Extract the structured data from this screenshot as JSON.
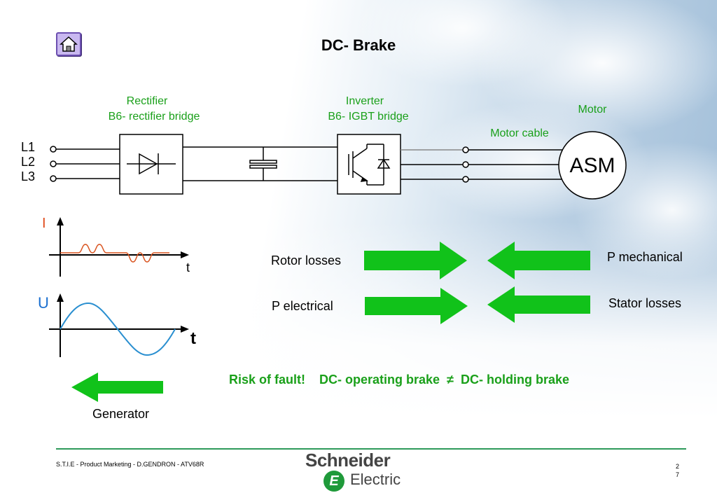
{
  "slide": {
    "title": "DC- Brake"
  },
  "colors": {
    "green_text": "#1aa01a",
    "arrow_green": "#11c21a",
    "current_line": "#d9531e",
    "voltage_line": "#2a8fd0",
    "label_I": "#e04a1a",
    "label_U": "#1a6fd0"
  },
  "circuit": {
    "lines": [
      "L1",
      "L2",
      "L3"
    ],
    "rectifier_label": "Rectifier",
    "rectifier_sub": "B6- rectifier bridge",
    "inverter_label": "Inverter",
    "inverter_sub": "B6- IGBT bridge",
    "motor_label": "Motor",
    "motor_cable_label": "Motor cable",
    "motor_text": "ASM"
  },
  "graphs": {
    "current_axis_label": "I",
    "current_time_label": "t",
    "voltage_axis_label": "U",
    "voltage_time_label": "t"
  },
  "power_flow": {
    "rotor_losses": "Rotor losses",
    "p_mechanical": "P mechanical",
    "p_electrical": "P electrical",
    "stator_losses": "Stator losses"
  },
  "generator_label": "Generator",
  "warning": {
    "prefix": "Risk of fault!",
    "lhs": "DC- operating brake",
    "symbol": "≠",
    "rhs": "DC- holding brake"
  },
  "footer": {
    "left": "S.T.I.E - Product Marketing - D.GENDRON - ATV68R",
    "page_num_line1": "2",
    "page_num_line2": "7",
    "logo_top": "Schneider",
    "logo_bottom": "Electric",
    "logo_mark": "E"
  },
  "icons": {
    "home": "home-icon"
  }
}
